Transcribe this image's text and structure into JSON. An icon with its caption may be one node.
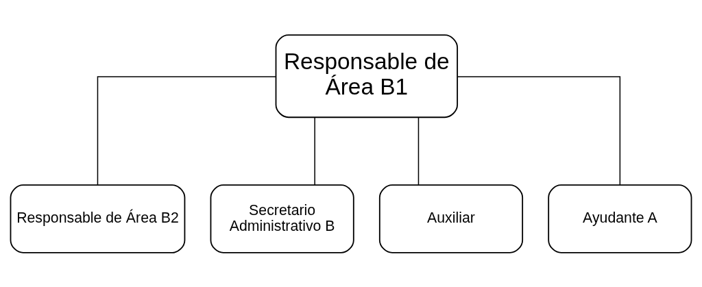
{
  "diagram": {
    "nodes": [
      {
        "text": [
          "Responsable de Área B1"
        ]
      },
      {
        "text": [
          "Responsable de Área B2"
        ]
      },
      {
        "text": [
          "Secretario Administrativo B"
        ]
      },
      {
        "text": [
          "Auxiliar"
        ]
      },
      {
        "text": [
          "Ayudante A"
        ]
      }
    ],
    "edges": [
      {
        "from": 0,
        "to": 1,
        "arrow": "none"
      },
      {
        "from": 0,
        "to": 2,
        "arrow": "none"
      },
      {
        "from": 0,
        "to": 3,
        "arrow": "none"
      },
      {
        "from": 0,
        "to": 4,
        "arrow": "none"
      }
    ]
  }
}
